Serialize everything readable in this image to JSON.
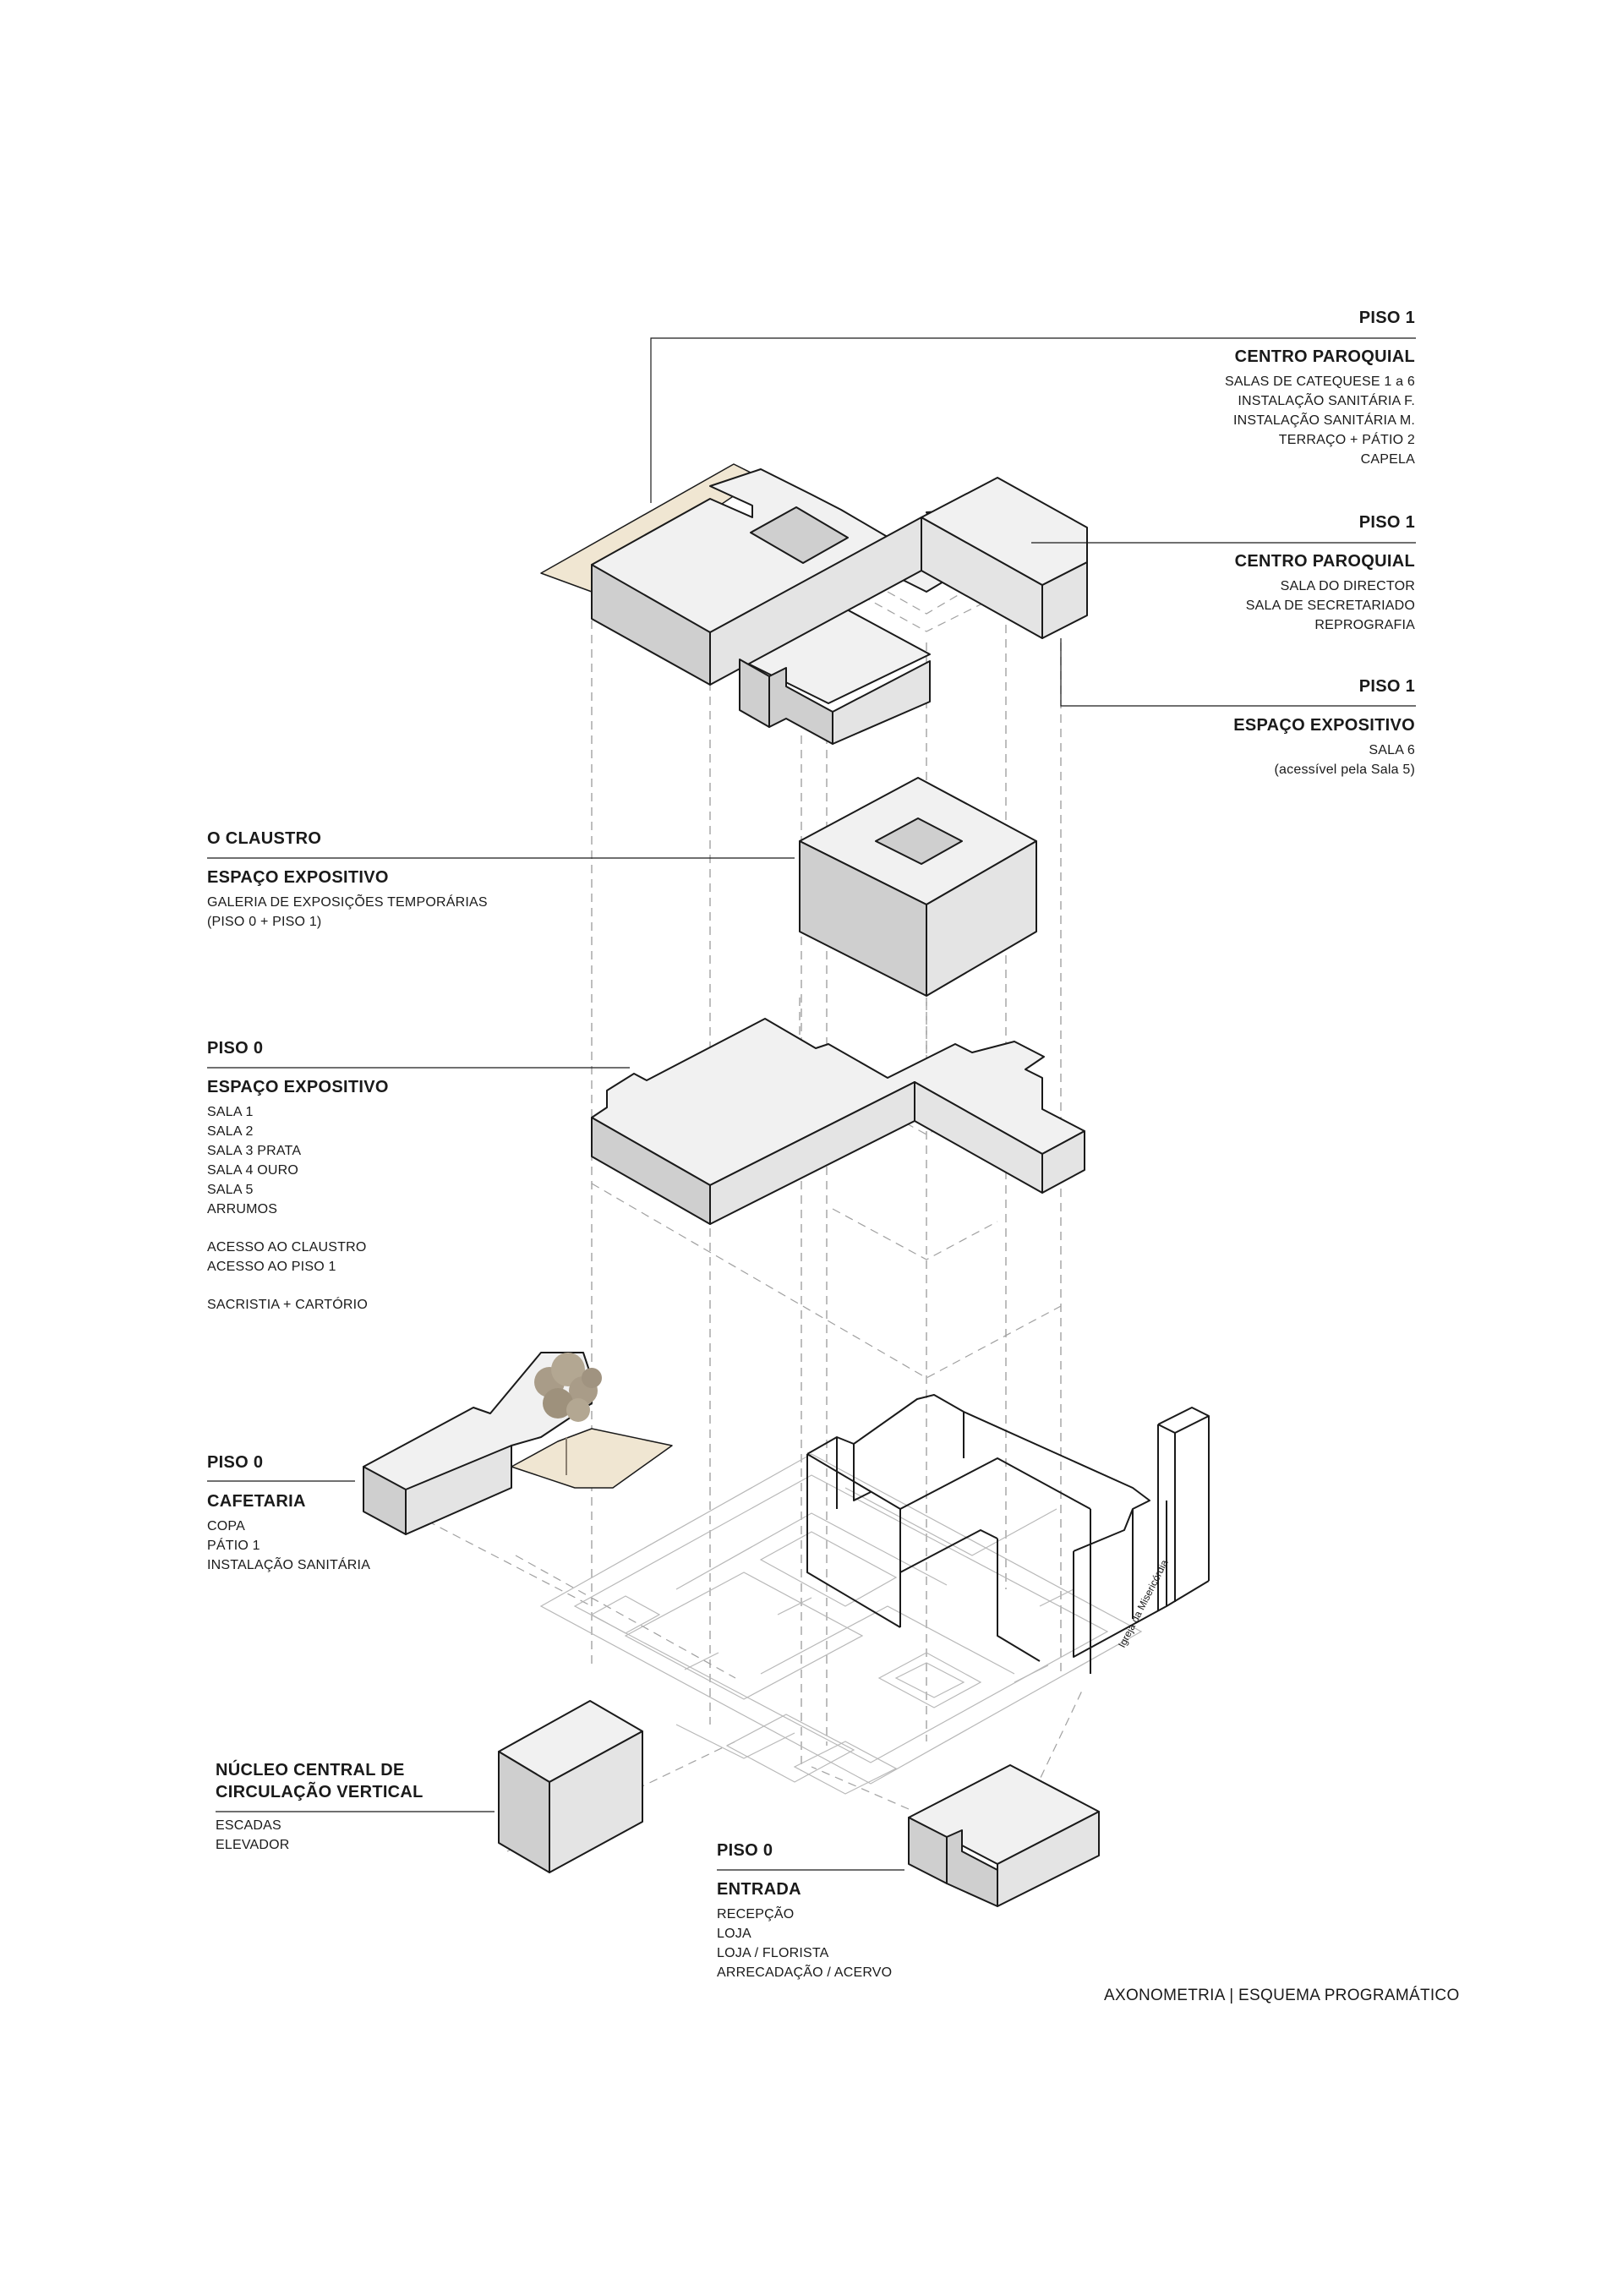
{
  "labels": {
    "piso1_centro_paroquial_a": {
      "floor": "PISO 1",
      "title": "CENTRO PAROQUIAL",
      "items": [
        "SALAS DE CATEQUESE 1 a 6",
        "INSTALAÇÃO SANITÁRIA F.",
        "INSTALAÇÃO SANITÁRIA M.",
        "TERRAÇO  +  PÁTIO 2",
        "CAPELA"
      ]
    },
    "piso1_centro_paroquial_b": {
      "floor": "PISO 1",
      "title": "CENTRO PAROQUIAL",
      "items": [
        "SALA DO DIRECTOR",
        "SALA DE SECRETARIADO",
        "REPROGRAFIA"
      ]
    },
    "piso1_espaco_expositivo": {
      "floor": "PISO 1",
      "title": "ESPAÇO EXPOSITIVO",
      "items": [
        "SALA 6",
        "(acessível pela Sala 5)"
      ]
    },
    "claustro": {
      "floor": "O CLAUSTRO",
      "title": "ESPAÇO EXPOSITIVO",
      "items": [
        "GALERIA DE EXPOSIÇÕES TEMPORÁRIAS",
        "(PISO 0 + PISO 1)"
      ]
    },
    "piso0_espaco_expositivo": {
      "floor": "PISO 0",
      "title": "ESPAÇO EXPOSITIVO",
      "items": [
        "SALA  1",
        "SALA  2",
        "SALA  3 PRATA",
        "SALA  4 OURO",
        "SALA  5",
        "ARRUMOS"
      ],
      "items2": [
        "ACESSO AO CLAUSTRO",
        "ACESSO AO PISO 1"
      ],
      "items3": [
        "SACRISTIA + CARTÓRIO"
      ]
    },
    "piso0_cafetaria": {
      "floor": "PISO 0",
      "title": "CAFETARIA",
      "items": [
        "COPA",
        "PÁTIO 1",
        "INSTALAÇÃO SANITÁRIA"
      ]
    },
    "nucleo": {
      "title_line1": "NÚCLEO CENTRAL DE",
      "title_line2": "CIRCULAÇÃO VERTICAL",
      "items": [
        "ESCADAS",
        "ELEVADOR"
      ]
    },
    "piso0_entrada": {
      "floor": "PISO 0",
      "title": "ENTRADA",
      "items": [
        "RECEPÇÃO",
        "LOJA",
        "LOJA / FLORISTA",
        "ARRECADAÇÃO / ACERVO"
      ]
    }
  },
  "church_label": "Igreja da Misericórdia",
  "caption": "AXONOMETRIA | ESQUEMA PROGRAMÁTICO",
  "colors": {
    "top_face": "#f1f1f1",
    "left_face": "#cfcfcf",
    "right_face": "#e4e4e4",
    "patio": "#f0e6d2",
    "line": "#1a1a1a",
    "dashed": "#9a9a9a",
    "tree": "#a99c88"
  }
}
